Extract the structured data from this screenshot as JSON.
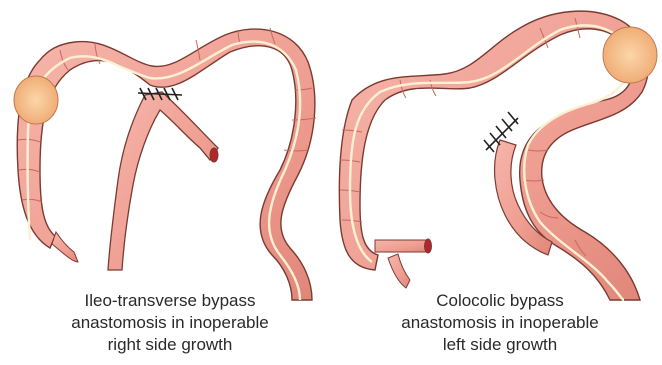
{
  "figure": {
    "left": {
      "caption_lines": [
        "Ileo-transverse bypass",
        "anastomosis in inoperable",
        "right side growth"
      ]
    },
    "right": {
      "caption_lines": [
        "Colocolic bypass",
        "anastomosis in inoperable",
        "left side growth"
      ]
    }
  },
  "colors": {
    "bowel_fill": "#f0a59a",
    "bowel_outline": "#7a3b33",
    "bowel_shadow": "#d97f73",
    "mucosal_line": "#fbf1d2",
    "tumor_fill": "#f6c38e",
    "suture": "#222222",
    "lumen": "#b3262b"
  }
}
